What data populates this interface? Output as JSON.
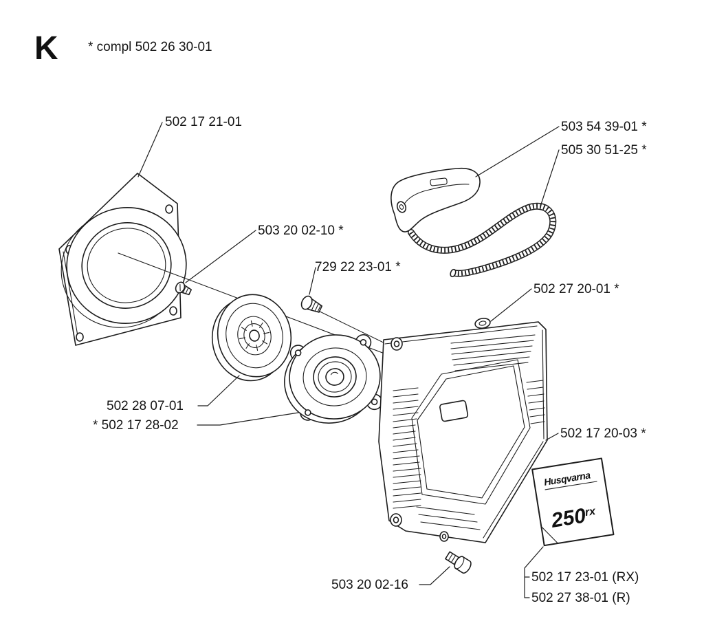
{
  "header": {
    "section_letter": "K",
    "compl_note": "* compl 502 26 30-01"
  },
  "parts": {
    "fan_housing_label": "502 17 21-01",
    "handle_label": "503 54 39-01 *",
    "rope_label": "505 30 51-25 *",
    "pulley_screw_label": "503 20 02-10 *",
    "flange_screw_label": "729 22 23-01 *",
    "plug_label": "502 27 20-01 *",
    "pulley_label": "502 28 07-01",
    "flange_label": "* 502 17 28-02",
    "housing_label": "502 17 20-03 *",
    "housing_screw_label": "503 20 02-16",
    "decal_rx_label": "502 17 23-01 (RX)",
    "decal_r_label": "502 27 38-01 (R)"
  },
  "decal": {
    "brand": "Husqvarna",
    "model": "250",
    "model_suffix": "rx"
  }
}
